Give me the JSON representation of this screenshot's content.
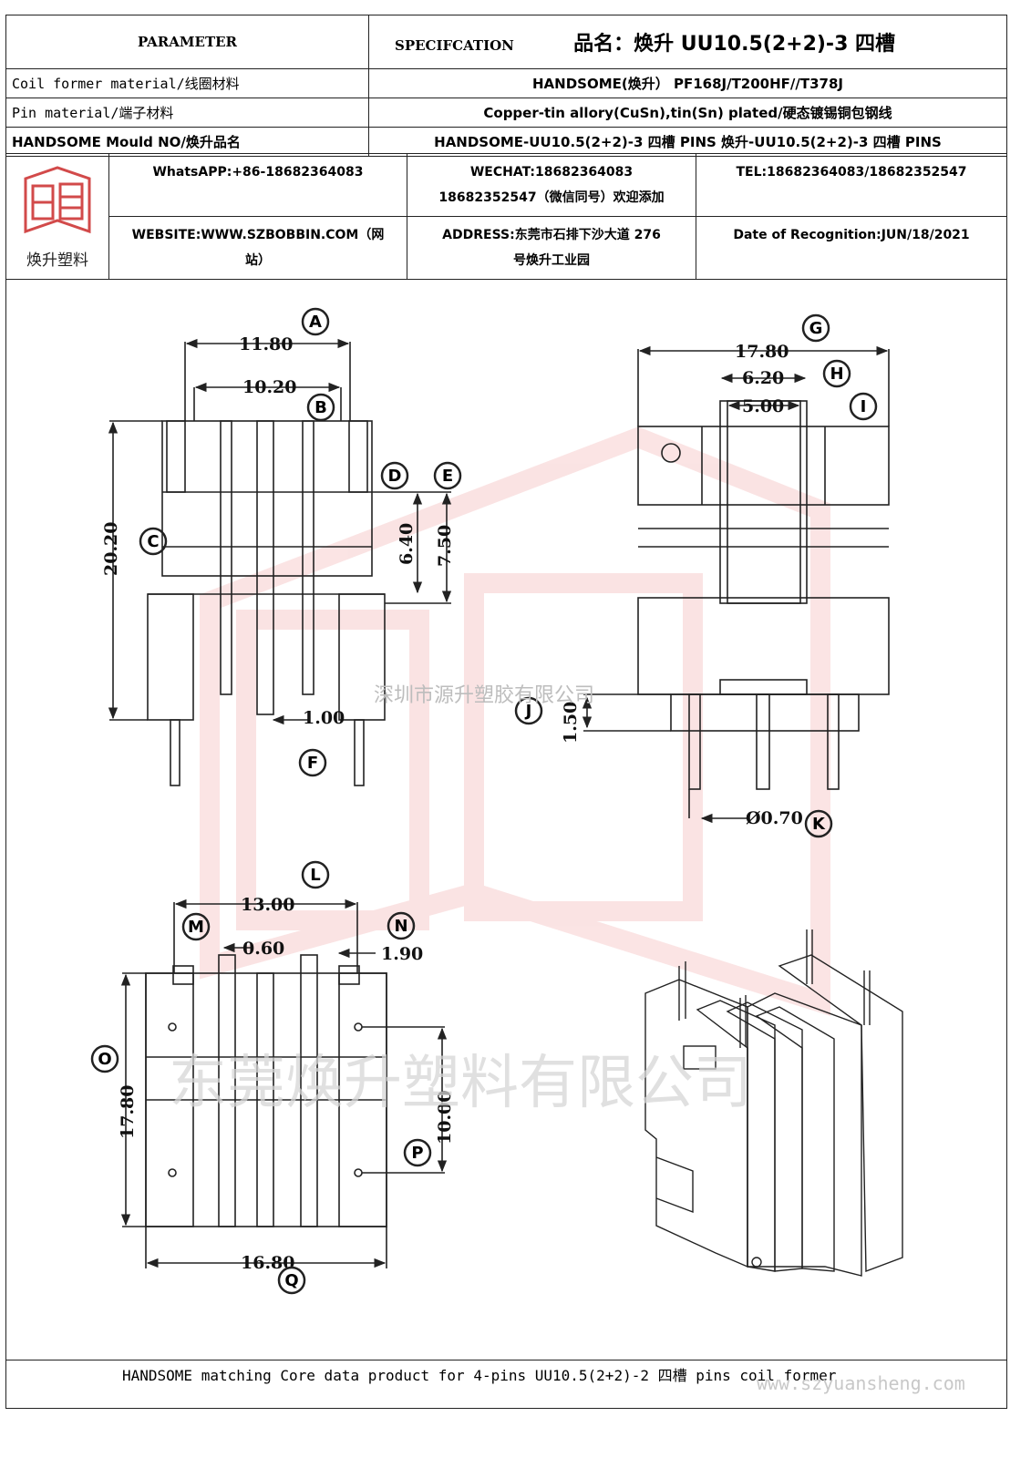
{
  "header": {
    "parameter": "PARAMETER",
    "specification": "SPECIFCATION",
    "product_name": "品名：焕升 UU10.5(2+2)-3 四槽"
  },
  "rows": [
    {
      "label": "Coil former material/线圈材料",
      "value": "HANDSOME(焕升）   PF168J/T200HF//T378J"
    },
    {
      "label": "Pin material/端子材料",
      "value": "Copper-tin allory(CuSn),tin(Sn) plated/硬态镀锡铜包钢线"
    },
    {
      "label": "HANDSOME Mould NO/焕升品名",
      "value": "HANDSOME-UU10.5(2+2)-3 四槽  PINS    焕升-UU10.5(2+2)-3 四槽  PINS"
    }
  ],
  "contact": {
    "logo_text": "焕升塑料",
    "whatsapp": "WhatsAPP:+86-18682364083",
    "wechat_line1": "WECHAT:18682364083",
    "wechat_line2": "18682352547（微信同号）欢迎添加",
    "tel": "TEL:18682364083/18682352547",
    "website_line1": "WEBSITE:WWW.SZBOBBIN.COM（网",
    "website_line2": "站）",
    "address_line1": "ADDRESS:东莞市石排下沙大道 276",
    "address_line2": "号焕升工业园",
    "date": "Date of Recognition:JUN/18/2021"
  },
  "dimensions": {
    "A": "11.80",
    "B": "10.20",
    "C": "20.20",
    "D": "6.40",
    "E": "7.50",
    "F": "1.00",
    "G": "17.80",
    "H": "6.20",
    "I": "5.00",
    "J": "1.50",
    "K": "Ø0.70",
    "L": "13.00",
    "M": "0.60",
    "N": "1.90",
    "O": "17.80",
    "P": "10.00",
    "Q": "16.80"
  },
  "labels": [
    "A",
    "B",
    "C",
    "D",
    "E",
    "F",
    "G",
    "H",
    "I",
    "J",
    "K",
    "L",
    "M",
    "N",
    "O",
    "P",
    "Q"
  ],
  "watermarks": {
    "company_small": "深圳市源升塑胶有限公司",
    "company_large": "东莞焕升塑料有限公司"
  },
  "footer": "HANDSOME matching Core data  product for 4-pins UU10.5(2+2)-2 四槽 pins coil former",
  "website_watermark": "www.szyuansheng.com"
}
